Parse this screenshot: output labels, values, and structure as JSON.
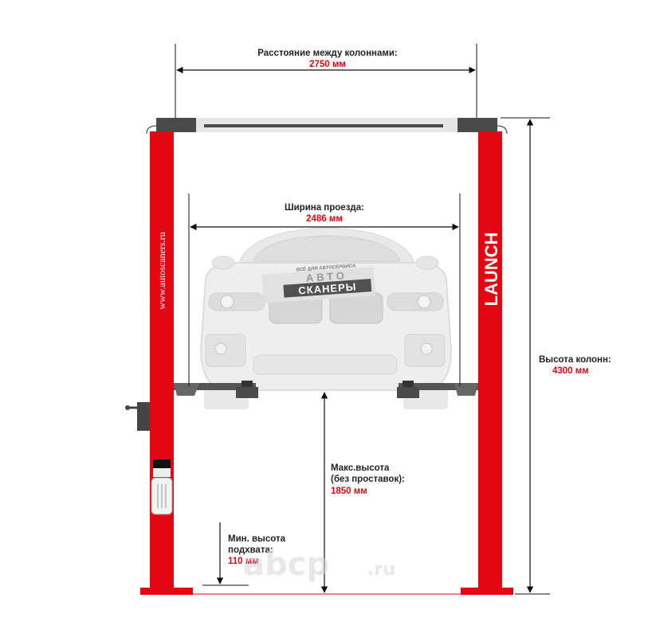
{
  "dimensions": {
    "column_distance": {
      "label": "Расстояние между колоннами:",
      "value": "2750 мм"
    },
    "drive_width": {
      "label": "Ширина проезда:",
      "value": "2486 мм"
    },
    "column_height": {
      "label": "Высота колонн:",
      "value": "4300 мм"
    },
    "max_height": {
      "label_line1": "Макс.высота",
      "label_line2": "(без проставок):",
      "value": "1850 мм"
    },
    "min_height": {
      "label_line1": "Мин. высота",
      "label_line2": "подхвата:",
      "value": "110 мм"
    }
  },
  "branding": {
    "column_brand": "LAUNCH",
    "column_site": "www.autoscaners.ru",
    "car_plate_top": "ВСЁ ДЛЯ АВТОСЕРВИСА",
    "car_plate_mid": "АВТО",
    "car_plate_bottom": "СКАНЕРЫ",
    "watermark": "abcp",
    "watermark_suffix": ".ru"
  },
  "colors": {
    "lift_red": "#e30613",
    "lift_dark": "#4a4a4a",
    "text": "#222222"
  }
}
